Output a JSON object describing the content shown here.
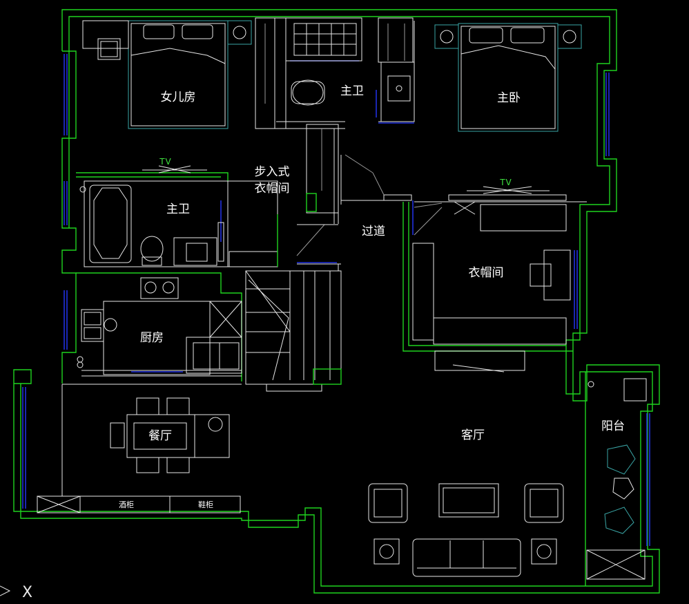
{
  "rooms": {
    "daughter_room": "女儿房",
    "master_bath_top": "主卫",
    "master_bedroom": "主卧",
    "walkin_closet_line1": "步入式",
    "walkin_closet_line2": "衣帽间",
    "master_bath_left": "主卫",
    "corridor": "过道",
    "cloakroom": "衣帽间",
    "kitchen": "厨房",
    "dining": "餐厅",
    "living": "客厅",
    "balcony": "阳台"
  },
  "fixtures": {
    "wine_cabinet": "酒柜",
    "shoe_cabinet": "鞋柜",
    "tv_left": "TV",
    "tv_right": "TV"
  },
  "axis_indicator": "X",
  "colors": {
    "wall": "#1fd41f",
    "window": "#2030e0",
    "furniture": "#e8e8e8",
    "background": "#000000"
  }
}
